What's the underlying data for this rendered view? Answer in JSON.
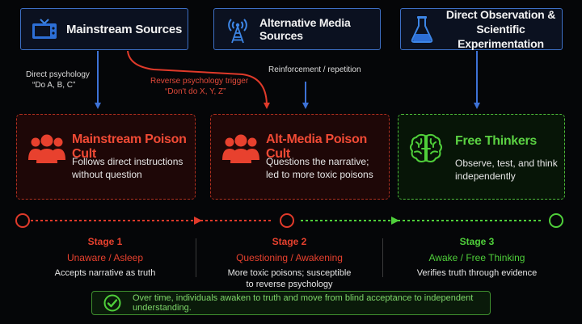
{
  "sources": {
    "mainstream": {
      "label": "Mainstream Sources",
      "icon": "tv-icon"
    },
    "alternative": {
      "label": "Alternative Media Sources",
      "icon": "radio-tower-icon"
    },
    "observation": {
      "line1": "Direct Observation &",
      "line2": "Scientific Experimentation",
      "icon": "flask-icon"
    }
  },
  "annotations": {
    "direct_line1": "Direct psychology",
    "direct_line2": "“Do A, B, C”",
    "reverse_line1": "Reverse psychology trigger",
    "reverse_line2": "“Don't do X, Y, Z”",
    "reinforcement": "Reinforcement / repetition"
  },
  "groups": [
    {
      "title": "Mainstream Poison Cult",
      "desc": "Follows direct instructions without question",
      "icon": "group-icon"
    },
    {
      "title": "Alt-Media Poison Cult",
      "desc": "Questions the narrative; led to more toxic poisons",
      "icon": "group-icon"
    },
    {
      "title": "Free Thinkers",
      "desc": "Observe, test, and think independently",
      "icon": "brain-icon"
    }
  ],
  "stages": [
    {
      "title": "Stage 1",
      "subtitle": "Unaware / Asleep",
      "desc": "Accepts narrative as truth"
    },
    {
      "title": "Stage 2",
      "subtitle": "Questioning / Awakening",
      "desc": "More toxic poisons; susceptible to reverse psychology"
    },
    {
      "title": "Stage 3",
      "subtitle": "Awake / Free Thinking",
      "desc": "Verifies truth through evidence"
    }
  ],
  "footer": {
    "text": "Over time, individuals awaken to truth and move from blind acceptance to independent understanding."
  },
  "colors": {
    "red": "#e8412e",
    "green": "#4fcf3a",
    "blue": "#3d72d6"
  }
}
